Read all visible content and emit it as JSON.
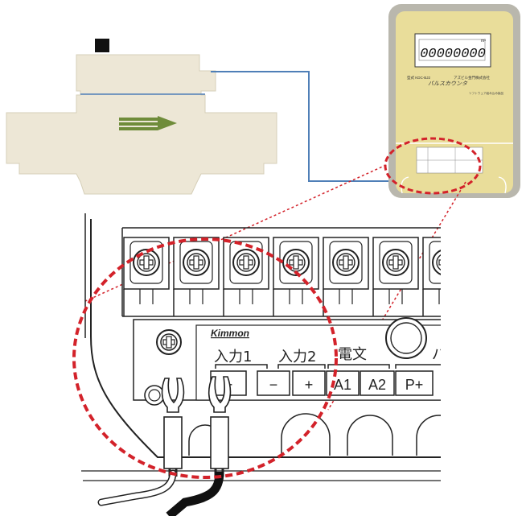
{
  "counter": {
    "display_digits": "00000000",
    "unit": "m³",
    "model_line": "型式 KDC-BJ2",
    "maker_line": "アズビル金門株式会社",
    "product_name": "パルスカウンタ",
    "sub_line": "ソフトウェア組み込み製品"
  },
  "terminal": {
    "brand_logo": "Kimmon",
    "group_input1": "入力1",
    "group_input2": "入力2",
    "group_power": "電文",
    "group_partial": "パ",
    "cell_labels": [
      "+",
      "−",
      "+",
      "A1",
      "A2",
      "P+"
    ]
  },
  "colors": {
    "pipe_line": "#4f7fb7",
    "meter_body": "#ede7d6",
    "counter_case": "#b9b7ad",
    "counter_face": "#e9dd9a",
    "flow_arrow": "#6f8c3a",
    "callout_dash": "#d3222a"
  },
  "icons": [
    "flow-direction-arrow-icon",
    "terminal-screw-icon",
    "fork-terminal-icon"
  ]
}
